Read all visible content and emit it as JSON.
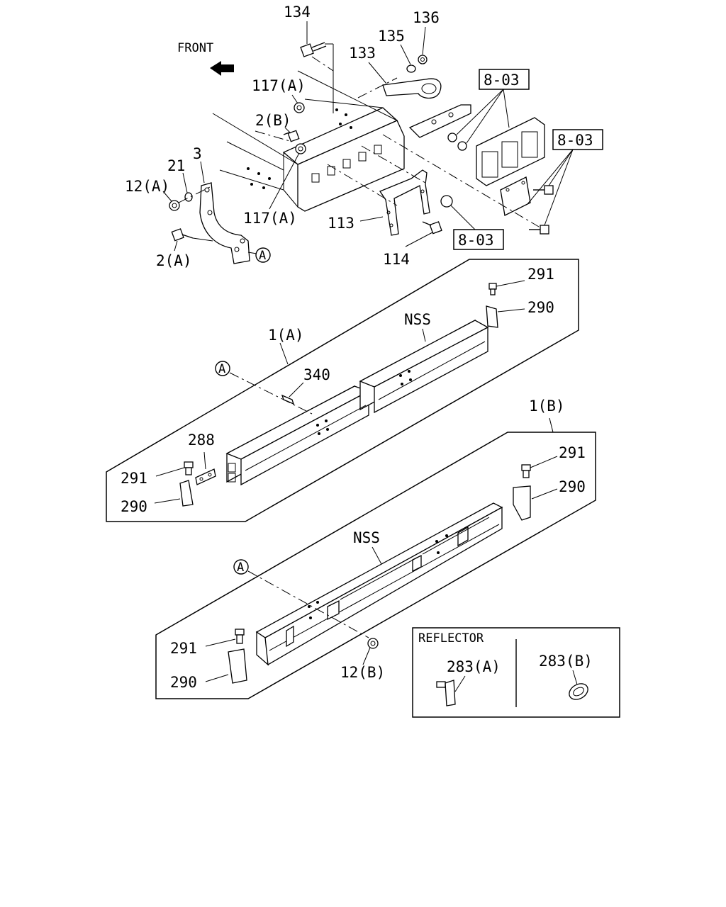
{
  "labels": {
    "front": "FRONT",
    "p134": "134",
    "p136": "136",
    "p135": "135",
    "p133": "133",
    "p117a_top": "117(A)",
    "p2b": "2(B)",
    "p3": "3",
    "p21": "21",
    "p12a": "12(A)",
    "p117a_bottom": "117(A)",
    "p2a": "2(A)",
    "circleA_top": "A",
    "p113": "113",
    "p114": "114",
    "ref803_1": "8-03",
    "ref803_2": "8-03",
    "ref803_3": "8-03",
    "p291_a1": "291",
    "p290_a1": "290",
    "nss_a": "NSS",
    "p1a": "1(A)",
    "circleA_mid": "A",
    "p340": "340",
    "p288": "288",
    "p291_a2": "291",
    "p290_a2": "290",
    "p1b": "1(B)",
    "p291_b1": "291",
    "p290_b1": "290",
    "nss_b": "NSS",
    "circleA_low": "A",
    "p291_b2": "291",
    "p290_b2": "290",
    "p12b": "12(B)",
    "reflector": "REFLECTOR",
    "p283a": "283(A)",
    "p283b": "283(B)"
  }
}
